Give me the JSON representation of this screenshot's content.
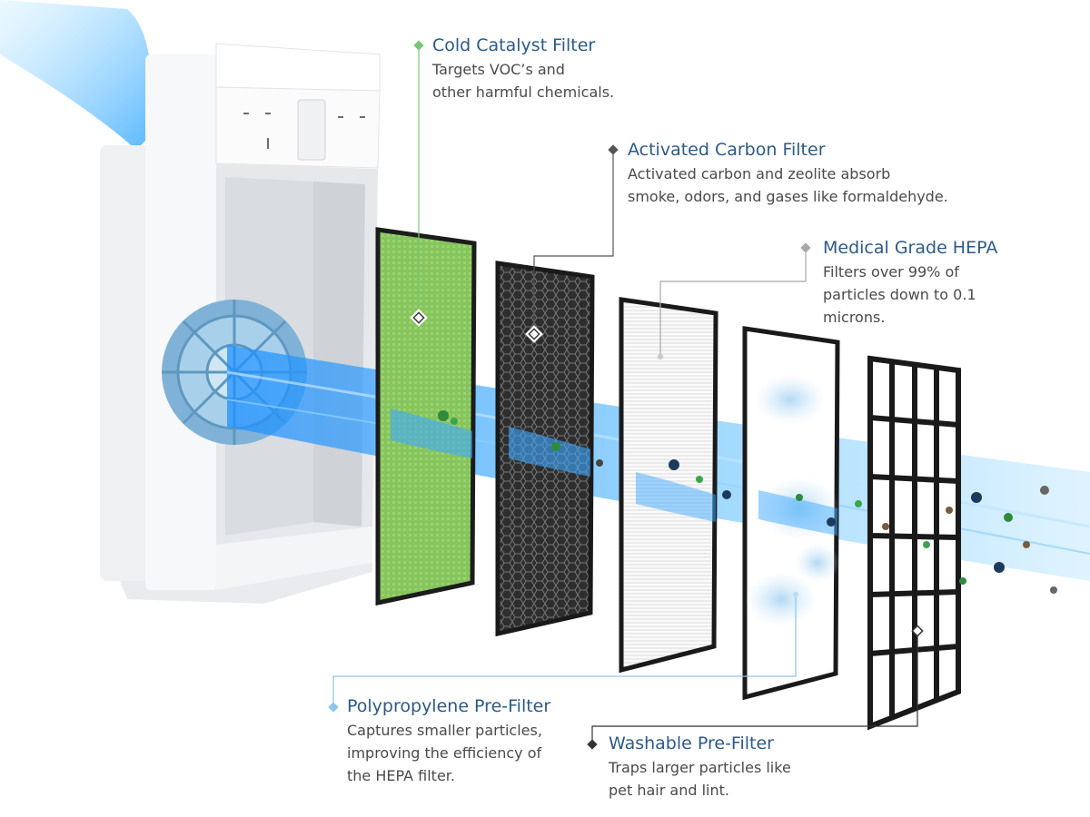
{
  "colors": {
    "title": "#2d5a86",
    "body_text": "#4a4a4a",
    "cold_catalyst": "#7cc576",
    "activated_carbon": "#555555",
    "hepa": "#a8a8a8",
    "polypropylene": "#8ec3ea",
    "washable": "#333333",
    "airflow": "#2f9cf0"
  },
  "callouts": {
    "cold_catalyst": {
      "title": "Cold Catalyst Filter",
      "lines": [
        "Targets VOC’s and",
        "other harmful chemicals."
      ]
    },
    "activated_carbon": {
      "title": "Activated Carbon Filter",
      "lines": [
        "Activated carbon and zeolite absorb",
        "smoke, odors, and gases like formaldehyde."
      ]
    },
    "hepa": {
      "title": "Medical Grade HEPA",
      "lines": [
        "Filters over 99% of",
        "particles down to 0.1",
        "microns."
      ]
    },
    "polypropylene": {
      "title": "Polypropylene Pre-Filter",
      "lines": [
        "Captures smaller particles,",
        "improving the efficiency of",
        "the HEPA filter."
      ]
    },
    "washable": {
      "title": "Washable Pre-Filter",
      "lines": [
        "Traps larger particles like",
        "pet hair and lint."
      ]
    }
  }
}
